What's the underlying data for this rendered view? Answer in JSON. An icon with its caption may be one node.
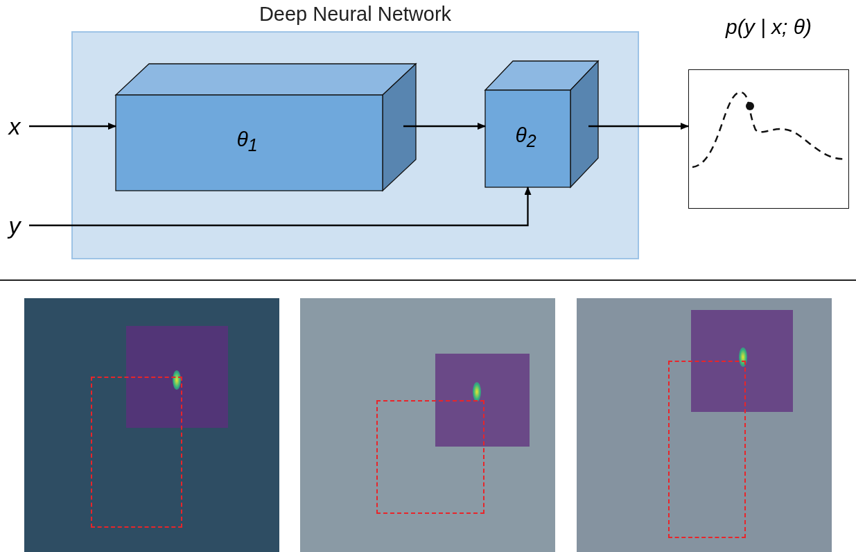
{
  "diagram": {
    "nodes": [
      {
        "text": [
          "Deep Neural Network"
        ]
      },
      {
        "text": [
          "x"
        ]
      },
      {
        "text": [
          "θ$_{1}$"
        ],
        "in": 0
      },
      {
        "text": [
          "θ$_{2}$"
        ],
        "in": 0
      },
      {
        "text": [
          "y"
        ]
      },
      {
        "text": [
          "p(y | x; θ)"
        ]
      }
    ],
    "edges": [
      {
        "from": 1,
        "to": 2,
        "arrow": "to"
      },
      {
        "from": 2,
        "to": 3,
        "arrow": "to"
      },
      {
        "from": 3,
        "to": 5,
        "arrow": "to"
      },
      {
        "from": 4,
        "to": 3,
        "arrow": "to"
      }
    ]
  }
}
